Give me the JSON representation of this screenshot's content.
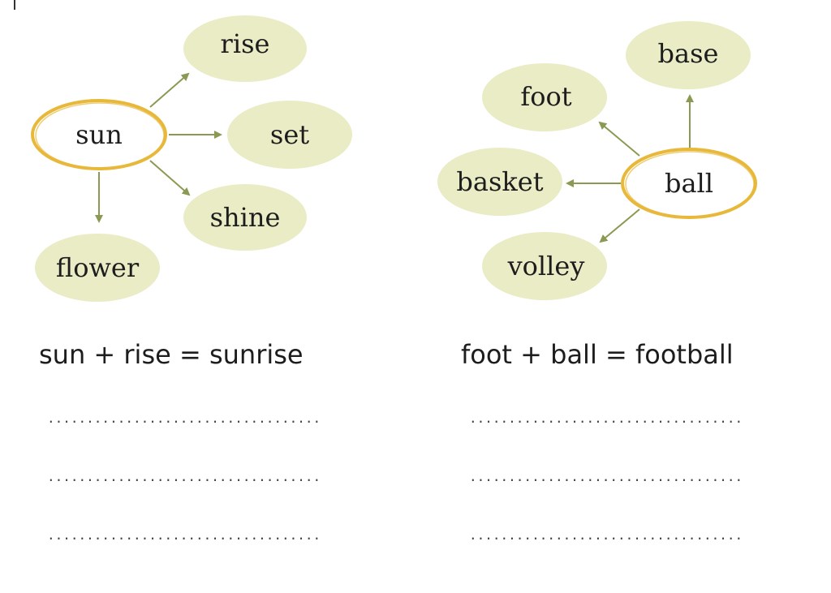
{
  "colors": {
    "bubble_fill": "#e9ecc4",
    "center_ring": "#e8b83a",
    "arrow": "#8a9a52"
  },
  "diagram_left": {
    "center": "sun",
    "branches": [
      "rise",
      "set",
      "shine",
      "flower"
    ]
  },
  "diagram_right": {
    "center": "ball",
    "branches": [
      "base",
      "foot",
      "basket",
      "volley"
    ]
  },
  "examples": {
    "left": "sun + rise = sunrise",
    "right": "foot + ball = football"
  },
  "blanks": {
    "left_1": "...................................",
    "left_2": "...................................",
    "left_3": "...................................",
    "right_1": "...................................",
    "right_2": "...................................",
    "right_3": "..................................."
  }
}
